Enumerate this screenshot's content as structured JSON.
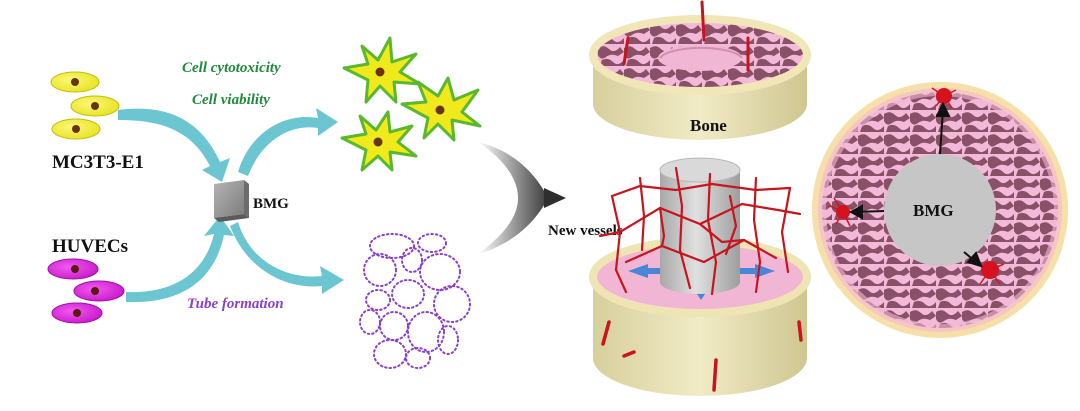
{
  "labels": {
    "mc3t3": "MC3T3-E1",
    "huvecs": "HUVECs",
    "bmg_small": "BMG",
    "cell_cytotoxicity": "Cell cytotoxicity",
    "cell_viability": "Cell viability",
    "tube_formation": "Tube formation",
    "new_vessels": "New vessels",
    "bone": "Bone",
    "bmg_cross_section": "BMG"
  },
  "colors": {
    "cell_yellow": "#f2ee2a",
    "cell_nucleus": "#6b3410",
    "huvec_magenta": "#d21fd6",
    "arrow_cyan": "#6cc6d2",
    "spiky_green": "#5ab82e",
    "tube_purple": "#8a3fd0",
    "bone_beige": "#e6ddb0",
    "bone_pink": "#f0b7d6",
    "bone_dark": "#8a5067",
    "vessel_red": "#c8141e",
    "implant_gray": "#c4c4c4"
  }
}
